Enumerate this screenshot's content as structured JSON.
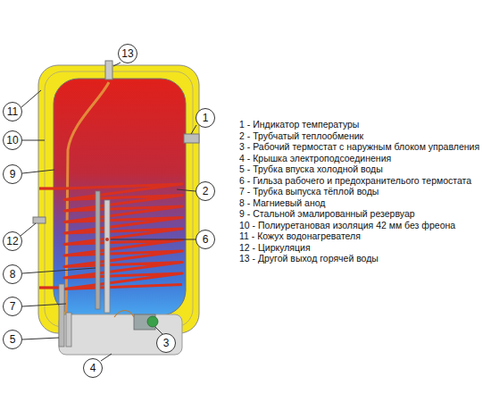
{
  "diagram": {
    "nodes": [
      {
        "text": [
          "13"
        ]
      },
      {
        "text": [
          "11"
        ]
      },
      {
        "text": [
          "1"
        ]
      },
      {
        "text": [
          "10"
        ]
      },
      {
        "text": [
          "9"
        ]
      },
      {
        "text": [
          "2"
        ]
      },
      {
        "text": [
          "12"
        ]
      },
      {
        "text": [
          "6"
        ]
      },
      {
        "text": [
          "8"
        ]
      },
      {
        "text": [
          "7"
        ]
      },
      {
        "text": [
          "5"
        ]
      },
      {
        "text": [
          "4"
        ]
      },
      {
        "text": [
          "3"
        ]
      }
    ],
    "labels": [
      "1 - Индикатор температуры",
      "2 - Трубчатый теплообменик",
      "3 - Рабочий термостат с наружным блоком управления",
      "4 - Крышка электроподсоединения",
      "5 - Трубка впуска холодной воды",
      "6 - Гильза рабочего и предохранителього термостата",
      "7 - Трубка выпуска тёплой воды",
      "8 - Магниевый анод",
      "9 - Стальной эмалированный резервуар",
      "10 - Полиуретановая изоляция 42 мм без фреона",
      "11 - Кожух водонагревателя",
      "12 - Циркуляция",
      "13 - Другой выход горячей воды"
    ]
  }
}
